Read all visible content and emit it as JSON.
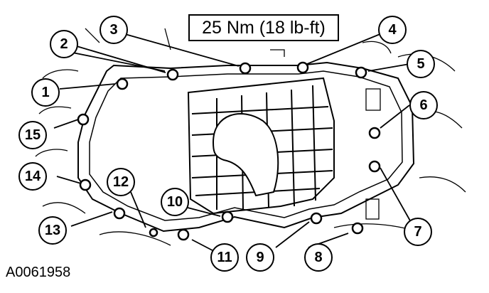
{
  "torque_spec": "25 Nm (18 lb-ft)",
  "figure_id": "A0061958",
  "callouts": [
    "1",
    "2",
    "3",
    "4",
    "5",
    "6",
    "7",
    "8",
    "9",
    "10",
    "11",
    "12",
    "13",
    "14",
    "15"
  ],
  "colors": {
    "line": "#000000",
    "background": "#ffffff"
  },
  "diagram_subject": "oil-pan-bolt-tightening-sequence"
}
